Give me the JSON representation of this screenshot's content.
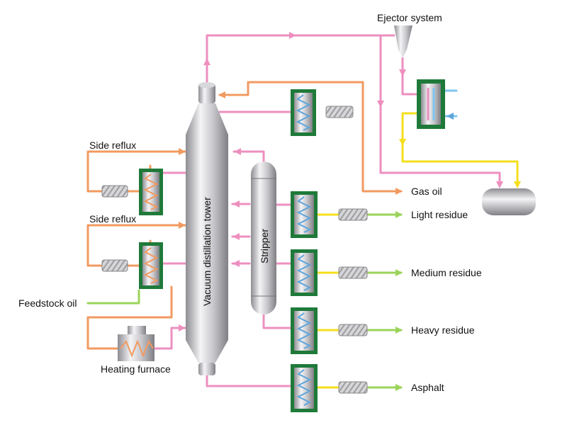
{
  "labels": {
    "ejector_system": "Ejector system",
    "side_reflux_upper": "Side reflux",
    "side_reflux_lower": "Side reflux",
    "feedstock_oil": "Feedstock oil",
    "heating_furnace": "Heating furnace",
    "vacuum_distillation_tower": "Vacuum distillation tower",
    "stripper": "Stripper",
    "gas_oil": "Gas oil",
    "light_residue": "Light residue",
    "medium_residue": "Medium residue",
    "heavy_residue": "Heavy residue",
    "asphalt": "Asphalt"
  },
  "colors": {
    "vapor_pink": "#ee8fbf",
    "reflux_orange": "#f29a60",
    "product_green": "#9bd35a",
    "yellow_line": "#f5df1e",
    "cooling_blue": "#7fc6ef",
    "exchanger_frame": "#1f7a3a",
    "steel_gray": "#b8b8bc"
  }
}
